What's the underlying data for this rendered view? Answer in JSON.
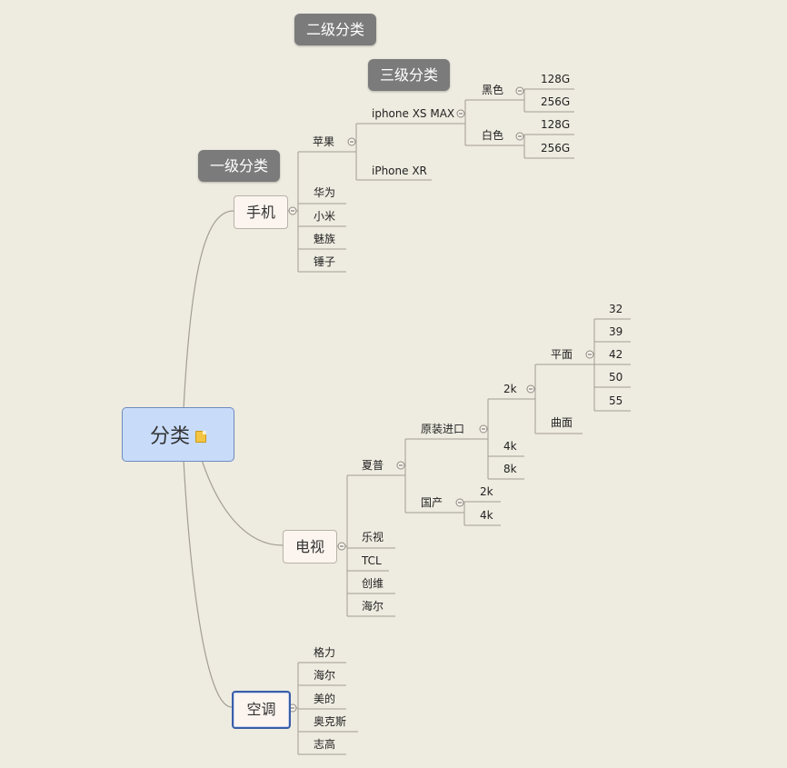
{
  "root": {
    "label": "分类",
    "icon": "note-icon"
  },
  "level_tags": {
    "level1": "一级分类",
    "level2": "二级分类",
    "level3": "三级分类"
  },
  "categories": [
    {
      "label": "手机",
      "children": [
        {
          "label": "苹果",
          "children": [
            {
              "label": "iphone XS MAX",
              "children": [
                {
                  "label": "黑色",
                  "children": [
                    {
                      "label": "128G"
                    },
                    {
                      "label": "256G"
                    }
                  ]
                },
                {
                  "label": "白色",
                  "children": [
                    {
                      "label": "128G"
                    },
                    {
                      "label": "256G"
                    }
                  ]
                }
              ]
            },
            {
              "label": "iPhone XR"
            }
          ]
        },
        {
          "label": "华为"
        },
        {
          "label": "小米"
        },
        {
          "label": "魅族"
        },
        {
          "label": "锤子"
        }
      ]
    },
    {
      "label": "电视",
      "children": [
        {
          "label": "夏普",
          "children": [
            {
              "label": "原装进口",
              "children": [
                {
                  "label": "2k",
                  "children": [
                    {
                      "label": "平面",
                      "children": [
                        {
                          "label": "32"
                        },
                        {
                          "label": "39"
                        },
                        {
                          "label": "42"
                        },
                        {
                          "label": "50"
                        },
                        {
                          "label": "55"
                        }
                      ]
                    },
                    {
                      "label": "曲面"
                    }
                  ]
                },
                {
                  "label": "4k"
                },
                {
                  "label": "8k"
                }
              ]
            },
            {
              "label": "国产",
              "children": [
                {
                  "label": "2k"
                },
                {
                  "label": "4k"
                }
              ]
            }
          ]
        },
        {
          "label": "乐视"
        },
        {
          "label": "TCL"
        },
        {
          "label": "创维"
        },
        {
          "label": "海尔"
        }
      ]
    },
    {
      "label": "空调",
      "selected": true,
      "children": [
        {
          "label": "格力"
        },
        {
          "label": "海尔"
        },
        {
          "label": "美的"
        },
        {
          "label": "奥克斯"
        },
        {
          "label": "志高"
        }
      ]
    }
  ],
  "colors": {
    "background": "#eeebe0",
    "root_fill": "#c8dcfa",
    "tag_fill": "#7b7b7b",
    "branch_line": "#a39e95",
    "selected_border": "#3a5ea8"
  }
}
